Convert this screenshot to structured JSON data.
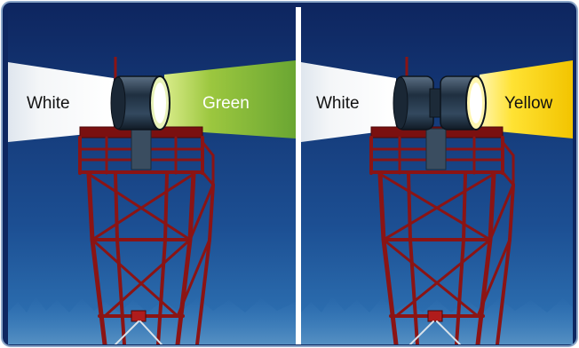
{
  "panels": [
    {
      "left_label": "White",
      "right_label": "Green",
      "left_color": "#ffffff",
      "right_color": "#8fc03f"
    },
    {
      "left_label": "White",
      "right_label": "Yellow",
      "left_color": "#ffffff",
      "right_color": "#f5d400"
    }
  ],
  "colors": {
    "sky_top": "#0f2a63",
    "sky_bottom": "#2a73b8",
    "tower": "#8b1414",
    "tower_dark": "#4d0808",
    "lamp_housing": "#2c3e50",
    "frame_border": "#1b3c74"
  }
}
